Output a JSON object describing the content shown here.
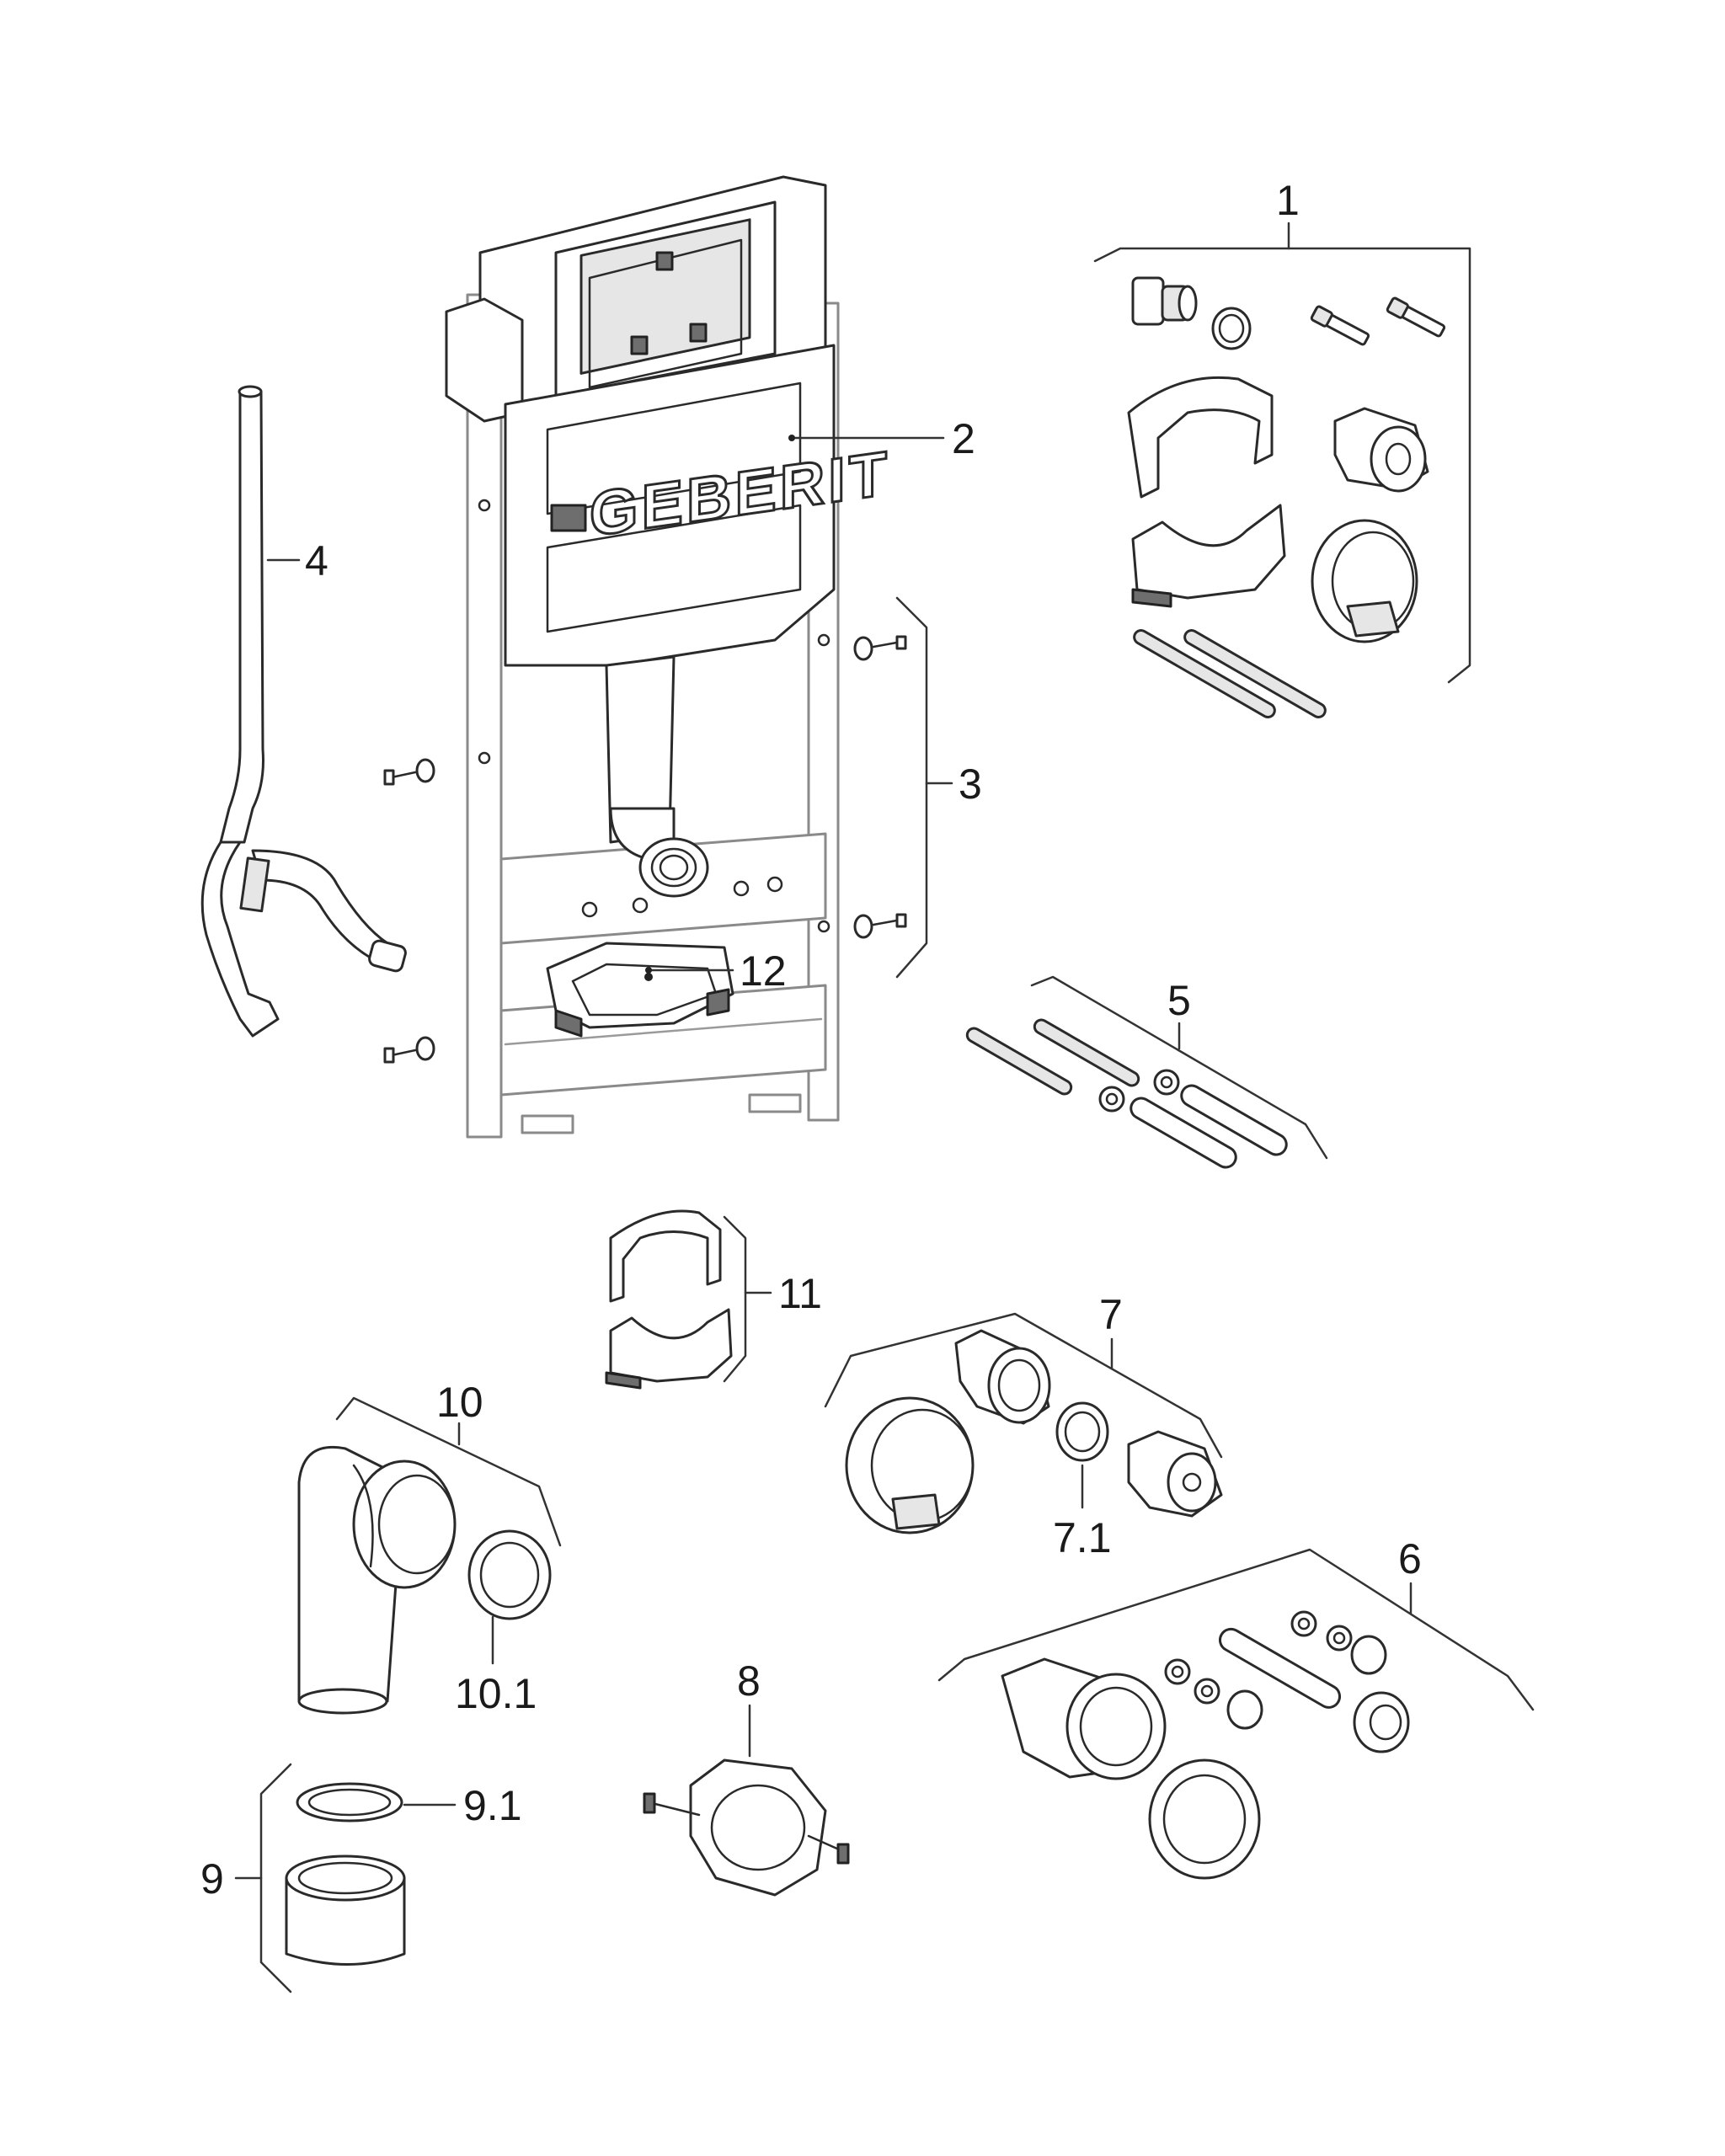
{
  "diagram": {
    "brand_text": "GEBERIT",
    "callouts": {
      "c1": "1",
      "c2": "2",
      "c3": "3",
      "c4": "4",
      "c5": "5",
      "c6": "6",
      "c7": "7",
      "c7_1": "7.1",
      "c8": "8",
      "c9": "9",
      "c9_1": "9.1",
      "c10": "10",
      "c10_1": "10.1",
      "c11": "11",
      "c12": "12"
    }
  }
}
